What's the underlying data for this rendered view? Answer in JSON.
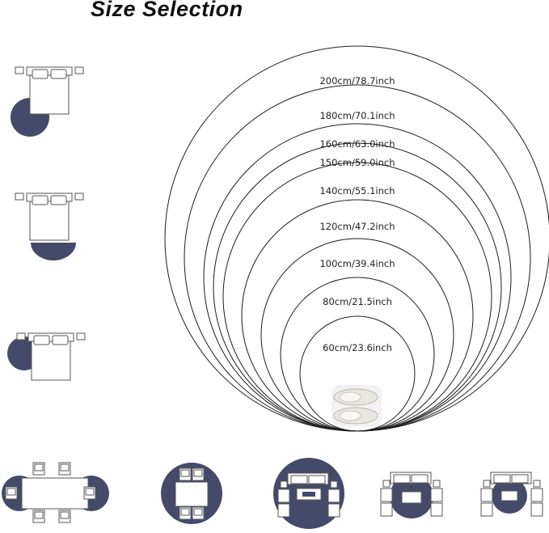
{
  "title": "Size Selection",
  "sizes": [
    {
      "label": "200cm/78.7inch"
    },
    {
      "label": "180cm/70.1inch"
    },
    {
      "label": "160cm/63.0inch"
    },
    {
      "label": "150cm/59.0inch"
    },
    {
      "label": "140cm/55.1inch"
    },
    {
      "label": "120cm/47.2inch"
    },
    {
      "label": "100cm/39.4inch"
    },
    {
      "label": "80cm/21.5inch"
    },
    {
      "label": "60cm/23.6inch"
    }
  ],
  "colors": {
    "rug": "#454a6b",
    "ring": "#1e1e1e"
  },
  "scenes": [
    "bed-rug-side-corner",
    "bed-rug-foot",
    "bed-rug-side",
    "dining-table-rug-ends",
    "dining-table-on-rug",
    "sofa-set-on-rug",
    "sofa-set-rug-center-small",
    "sofa-set-rug-center-oval"
  ]
}
